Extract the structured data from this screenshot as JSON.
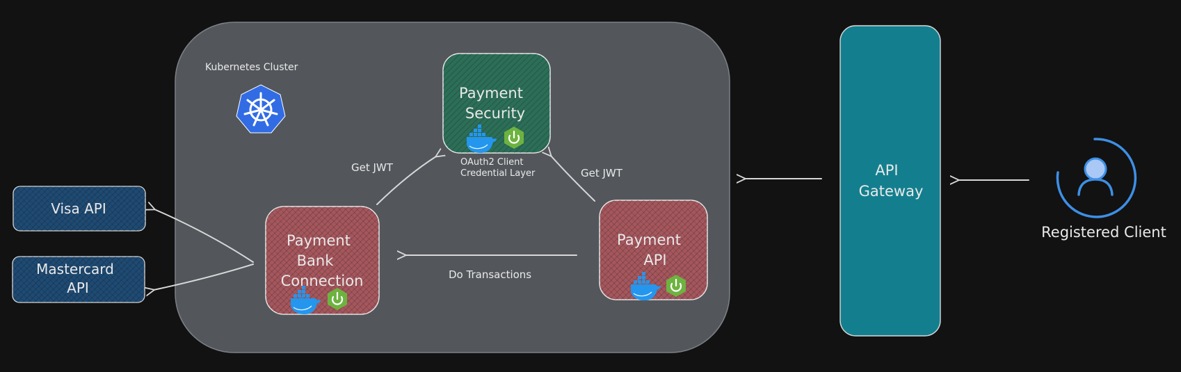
{
  "cluster": {
    "title": "Kubernetes Cluster",
    "icon": "kubernetes-icon",
    "fill": "#53575c"
  },
  "nodes": {
    "payment_security": {
      "lines": [
        "Payment",
        "Security"
      ],
      "caption": [
        "OAuth2 Client",
        "Credential Layer"
      ],
      "fill": "#2c6e57"
    },
    "payment_bank_connection": {
      "lines": [
        "Payment",
        "Bank",
        "Connection"
      ],
      "fill": "#a4575d"
    },
    "payment_api": {
      "lines": [
        "Payment",
        "API"
      ],
      "fill": "#a4575d"
    },
    "visa_api": {
      "lines": [
        "Visa API"
      ],
      "fill": "#1f4a72"
    },
    "mastercard_api": {
      "lines": [
        "Mastercard",
        "API"
      ],
      "fill": "#1f4a72"
    },
    "api_gateway": {
      "lines": [
        "API",
        "Gateway"
      ],
      "fill": "#137f8e"
    }
  },
  "client": {
    "label": "Registered Client",
    "icon": "user-icon",
    "color": "#3e8fe6"
  },
  "edges": {
    "bank_to_security": "Get JWT",
    "api_to_security": "Get JWT",
    "api_to_bank": "Do Transactions"
  },
  "badges": [
    "docker-icon",
    "spring-boot-icon"
  ]
}
